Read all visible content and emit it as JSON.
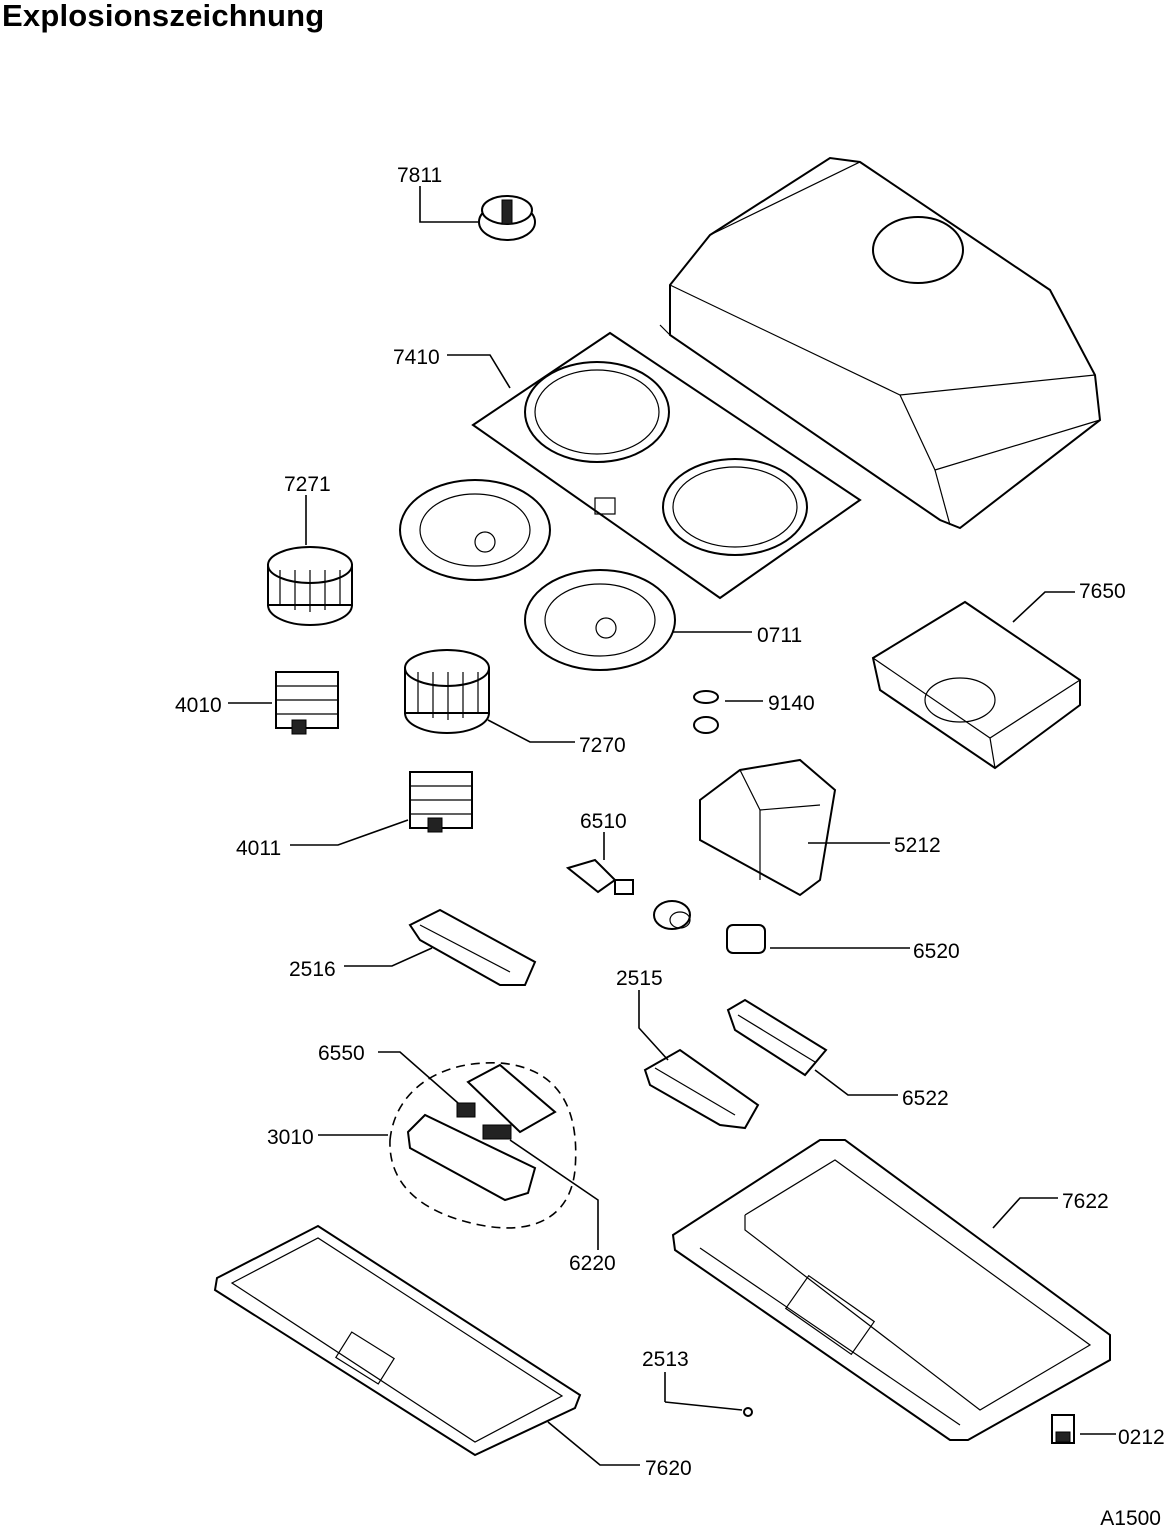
{
  "title": "Explosionszeichnung",
  "drawing_code": "A1500",
  "parts": {
    "p7811": "7811",
    "p7410": "7410",
    "p7271": "7271",
    "p4010": "4010",
    "p7270": "7270",
    "p4011": "4011",
    "p0711": "0711",
    "p7650": "7650",
    "p9140": "9140",
    "p6510": "6510",
    "p5212": "5212",
    "p2516": "2516",
    "p6520": "6520",
    "p2515": "2515",
    "p6550": "6550",
    "p6522": "6522",
    "p3010": "3010",
    "p7622": "7622",
    "p6220": "6220",
    "p2513": "2513",
    "p0212": "0212",
    "p7620": "7620"
  }
}
